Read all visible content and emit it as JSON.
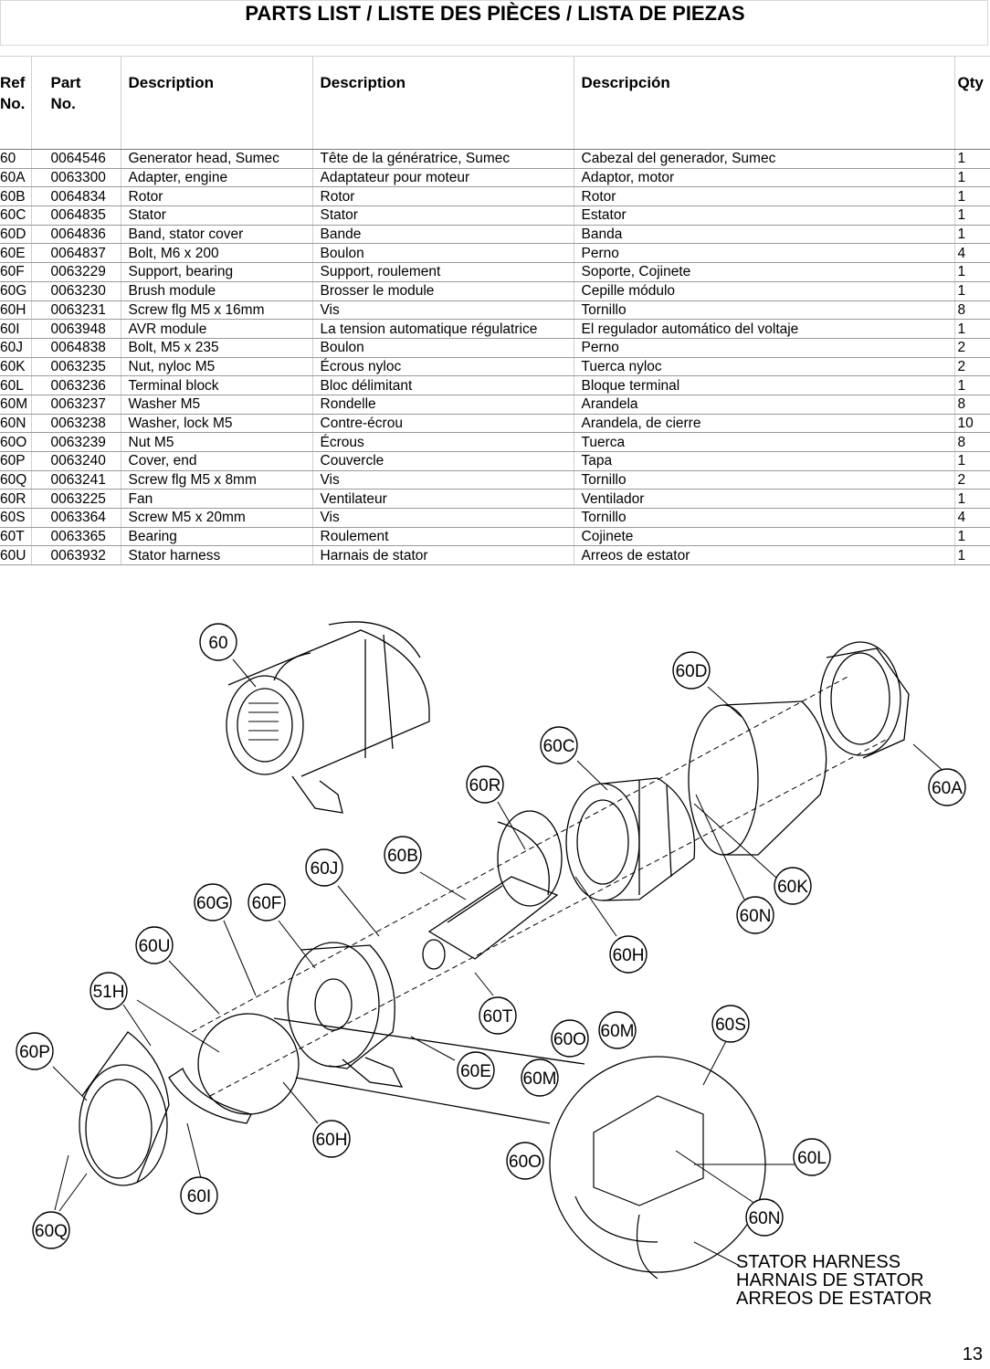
{
  "title": "PARTS LIST / LISTE DES PIÈCES / LISTA DE PIEZAS",
  "table": {
    "headers": {
      "ref": [
        "Ref",
        "No."
      ],
      "part": [
        "Part",
        "No."
      ],
      "desc_en": "Description",
      "desc_fr": "Description",
      "desc_es": "Descripción",
      "qty": "Qty"
    },
    "rows": [
      [
        "60",
        "0064546",
        "Generator head, Sumec",
        "Tête de la génératrice, Sumec",
        "Cabezal del generador, Sumec",
        "1"
      ],
      [
        "60A",
        "0063300",
        "Adapter, engine",
        "Adaptateur pour moteur",
        "Adaptor, motor",
        "1"
      ],
      [
        "60B",
        "0064834",
        "Rotor",
        "Rotor",
        "Rotor",
        "1"
      ],
      [
        "60C",
        "0064835",
        "Stator",
        "Stator",
        "Estator",
        "1"
      ],
      [
        "60D",
        "0064836",
        "Band, stator cover",
        "Bande",
        "Banda",
        "1"
      ],
      [
        "60E",
        "0064837",
        "Bolt, M6 x 200",
        "Boulon",
        "Perno",
        "4"
      ],
      [
        "60F",
        "0063229",
        "Support, bearing",
        "Support, roulement",
        "Soporte, Cojinete",
        "1"
      ],
      [
        "60G",
        "0063230",
        "Brush module",
        "Brosser le module",
        "Cepille módulo",
        "1"
      ],
      [
        "60H",
        "0063231",
        "Screw flg M5 x 16mm",
        "Vis",
        "Tornillo",
        "8"
      ],
      [
        "60I",
        "0063948",
        "AVR module",
        "La tension automatique régulatrice",
        "El regulador automático del voltaje",
        "1"
      ],
      [
        "60J",
        "0064838",
        "Bolt, M5 x 235",
        "Boulon",
        "Perno",
        "2"
      ],
      [
        "60K",
        "0063235",
        "Nut, nyloc M5",
        "Écrous nyloc",
        "Tuerca nyloc",
        "2"
      ],
      [
        "60L",
        "0063236",
        "Terminal block",
        "Bloc délimitant",
        "Bloque terminal",
        "1"
      ],
      [
        "60M",
        "0063237",
        "Washer M5",
        "Rondelle",
        "Arandela",
        "8"
      ],
      [
        "60N",
        "0063238",
        "Washer, lock M5",
        "Contre-écrou",
        "Arandela, de cierre",
        "10"
      ],
      [
        "60O",
        "0063239",
        "Nut M5",
        "Écrous",
        "Tuerca",
        "8"
      ],
      [
        "60P",
        "0063240",
        "Cover, end",
        "Couvercle",
        "Tapa",
        "1"
      ],
      [
        "60Q",
        "0063241",
        "Screw flg M5 x 8mm",
        "Vis",
        "Tornillo",
        "2"
      ],
      [
        "60R",
        "0063225",
        "Fan",
        "Ventilateur",
        "Ventilador",
        "1"
      ],
      [
        "60S",
        "0063364",
        "Screw M5 x 20mm",
        "Vis",
        "Tornillo",
        "4"
      ],
      [
        "60T",
        "0063365",
        "Bearing",
        "Roulement",
        "Cojinete",
        "1"
      ],
      [
        "60U",
        "0063932",
        "Stator harness",
        "Harnais de stator",
        "Arreos de estator",
        "1"
      ]
    ]
  },
  "diagram": {
    "callouts": [
      "60",
      "60D",
      "60C",
      "60A",
      "60R",
      "60K",
      "60B",
      "60J",
      "60N",
      "60G",
      "60F",
      "60H",
      "60U",
      "51H",
      "60T",
      "60O",
      "60M",
      "60S",
      "60P",
      "60E",
      "60M",
      "60H",
      "60O",
      "60L",
      "60I",
      "60N",
      "60Q"
    ],
    "stator_harness_label": [
      "STATOR HARNESS",
      "HARNAIS DE STATOR",
      "ARREOS DE ESTATOR"
    ]
  },
  "page_number": "13"
}
